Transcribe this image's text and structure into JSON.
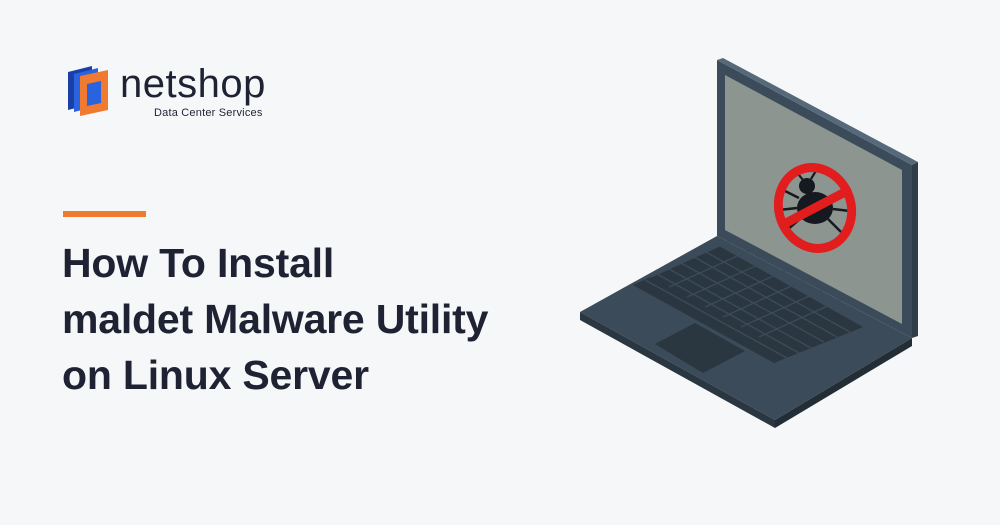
{
  "brand": {
    "name": "netshop",
    "tagline": "Data Center Services",
    "colors": {
      "blue": "#1f56d8",
      "orange": "#f07a30",
      "dark": "#1e2233"
    }
  },
  "headline": {
    "lines": [
      "How To Install",
      "maldet Malware Utility",
      "on Linux Server"
    ]
  },
  "illustration": {
    "icons": [
      "laptop-icon",
      "bug-icon",
      "prohibited-icon"
    ],
    "colors": {
      "body": "#3b4b59",
      "screen": "#8c9590",
      "ban": "#e11d1d"
    }
  }
}
